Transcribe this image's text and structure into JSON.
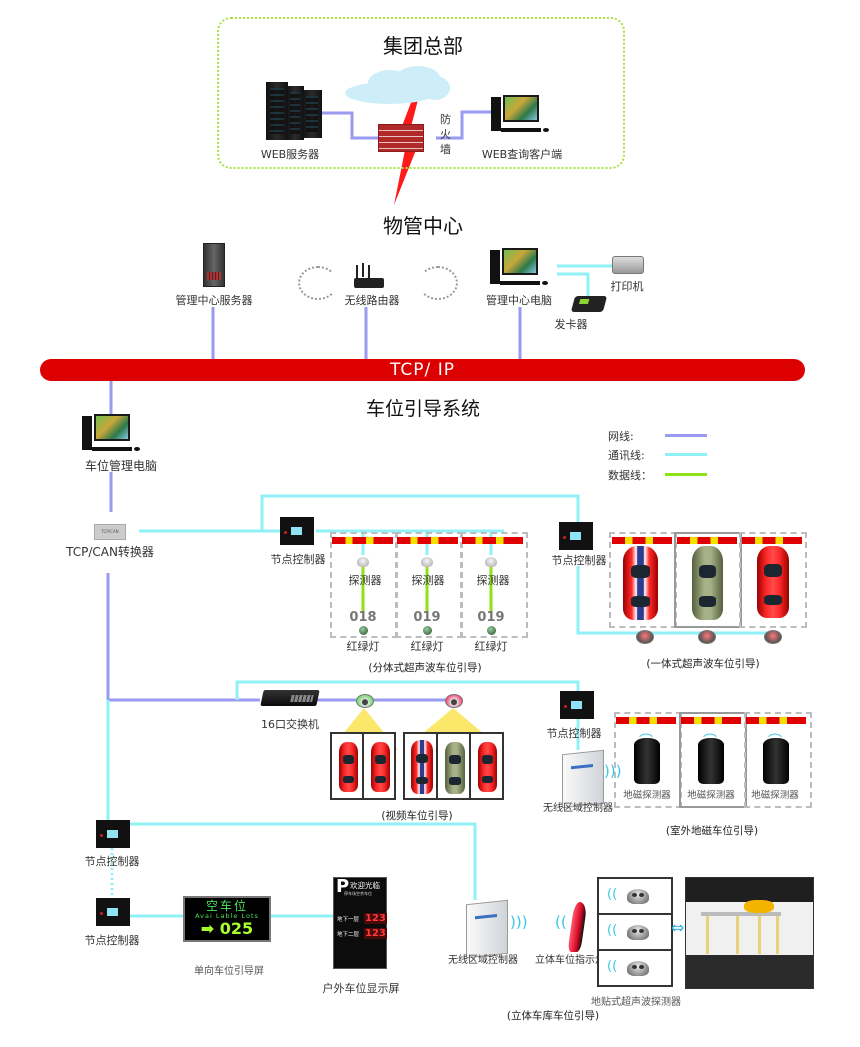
{
  "colors": {
    "network_line": "#9a9af0",
    "comm_line": "#8ff0f5",
    "data_line": "#8fe21a",
    "bus": "#dd0000",
    "hq_border": "#a6e13c"
  },
  "headquarters": {
    "title": "集团总部",
    "web_server": "WEB服务器",
    "firewall": "防火墙",
    "firewall_chars": [
      "防",
      "火",
      "墙"
    ],
    "web_client": "WEB查询客户端"
  },
  "property_center": {
    "title": "物管中心",
    "server": "管理中心服务器",
    "router": "无线路由器",
    "pc": "管理中心电脑",
    "printer": "打印机",
    "card_issuer": "发卡器"
  },
  "bus": {
    "label": "TCP/ IP"
  },
  "guidance_system": {
    "title": "车位引导系统",
    "pc": "车位管理电脑",
    "converter": "TCP/CAN转换器",
    "converter_chip": "TCP/CAN"
  },
  "legend": {
    "items": [
      {
        "label": "网线:",
        "type": "network"
      },
      {
        "label": "通讯线:",
        "type": "comm"
      },
      {
        "label": "数据线：",
        "type": "data"
      }
    ]
  },
  "split_ultrasonic": {
    "node_controller": "节点控制器",
    "detectors": [
      {
        "label": "探测器",
        "number": "018",
        "lamp": "红绿灯"
      },
      {
        "label": "探测器",
        "number": "019",
        "lamp": "红绿灯"
      },
      {
        "label": "探测器",
        "number": "019",
        "lamp": "红绿灯"
      }
    ],
    "caption": "(分体式超声波车位引导)"
  },
  "integrated_ultrasonic": {
    "node_controller": "节点控制器",
    "cars": [
      "red-striped",
      "olive",
      "red"
    ],
    "caption": "(一体式超声波车位引导)"
  },
  "video_guidance": {
    "switch": "16口交换机",
    "cars_group1": [
      "red",
      "red"
    ],
    "cars_group2": [
      "red-striped",
      "olive",
      "red"
    ],
    "caption": "(视频车位引导)"
  },
  "outdoor_magnetic": {
    "node_controller": "节点控制器",
    "wireless_controller": "无线区域控制器",
    "detectors": [
      "地磁探测器",
      "地磁探测器",
      "地磁探测器"
    ],
    "caption": "(室外地磁车位引导)"
  },
  "screens": {
    "node_controller_1": "节点控制器",
    "node_controller_2": "节点控制器",
    "single_screen": {
      "label": "单向车位引导屏",
      "line1": "空车位",
      "line2": "Avai Lable Lots",
      "arrow": "➡",
      "count": "025"
    },
    "outdoor_screen": {
      "label": "户外车位显示屏",
      "p": "P",
      "welcome": "欢迎光临",
      "subtitle": "停车场空余车位",
      "rows": [
        {
          "floor": "地下一层",
          "count": "123"
        },
        {
          "floor": "地下二层",
          "count": "123"
        }
      ]
    }
  },
  "stereo_garage": {
    "wireless_controller": "无线区域控制器",
    "indicator": "立体车位指示灯",
    "detector": "地贴式超声波探测器",
    "caption": "(立体车库车位引导)"
  }
}
